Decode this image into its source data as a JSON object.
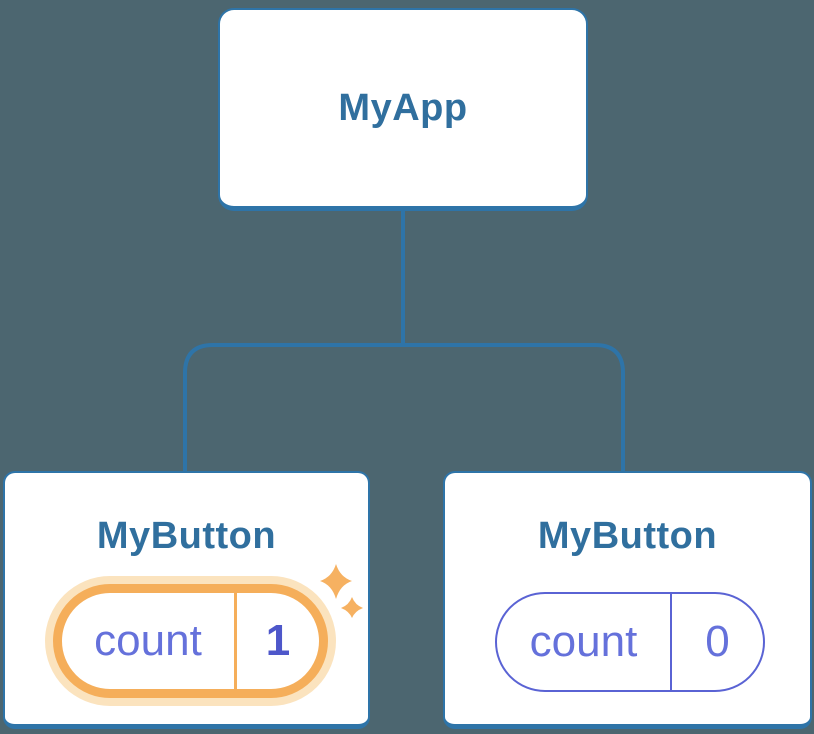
{
  "diagram": {
    "root": {
      "title": "MyApp"
    },
    "children": [
      {
        "title": "MyButton",
        "state_label": "count",
        "state_value": "1",
        "highlighted": true
      },
      {
        "title": "MyButton",
        "state_label": "count",
        "state_value": "0",
        "highlighted": false
      }
    ]
  },
  "icons": {
    "sparkle": "sparkle-icon",
    "connectors": "tree-connector-lines"
  },
  "colors": {
    "background": "#4C6670",
    "connector_blue": "#2E74A8",
    "title_blue": "#306F9E",
    "card_bg": "#FFFFFF",
    "state_text_purple": "#6571DB",
    "state_value_indigo": "#4E57CA",
    "pill_border_purple": "#5A63D4",
    "highlight_orange": "#F5AE5A",
    "highlight_glow": "#FBE3BE",
    "sparkle_orange": "#F6B161"
  }
}
